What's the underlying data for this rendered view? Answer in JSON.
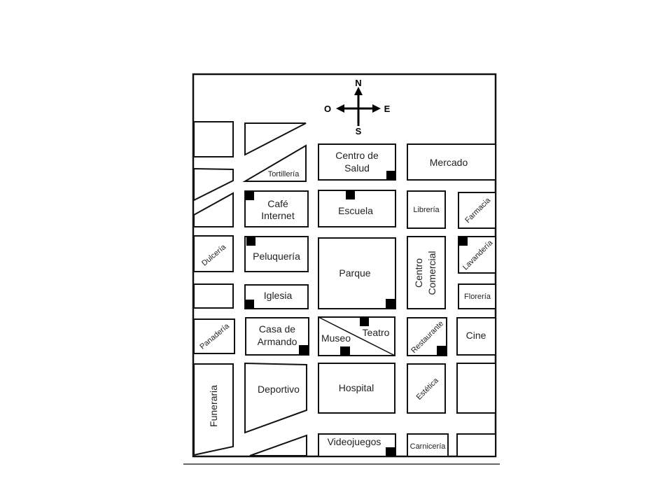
{
  "compass": {
    "north": "N",
    "south": "S",
    "west": "O",
    "east": "E"
  },
  "places": {
    "tortilleria": "Tortillería",
    "centro_salud_1": "Centro de",
    "centro_salud_2": "Salud",
    "mercado": "Mercado",
    "cafe_1": "Café",
    "cafe_2": "Internet",
    "escuela": "Escuela",
    "libreria": "Librería",
    "farmacia": "Farmacia",
    "dulceria": "Dulcería",
    "peluqueria": "Peluquería",
    "parque": "Parque",
    "centro_comercial_1": "Centro",
    "centro_comercial_2": "Comercial",
    "lavanderia": "Lavandería",
    "iglesia": "Iglesia",
    "floreria": "Florería",
    "panaderia": "Panadería",
    "casa_1": "Casa de",
    "casa_2": "Armando",
    "museo": "Museo",
    "teatro": "Teatro",
    "restaurante": "Restaurante",
    "cine": "Cine",
    "funeraria": "Funeraria",
    "deportivo": "Deportivo",
    "hospital": "Hospital",
    "estetica": "Estética",
    "videojuegos": "Videojuegos",
    "carniceria": "Carnicería"
  }
}
